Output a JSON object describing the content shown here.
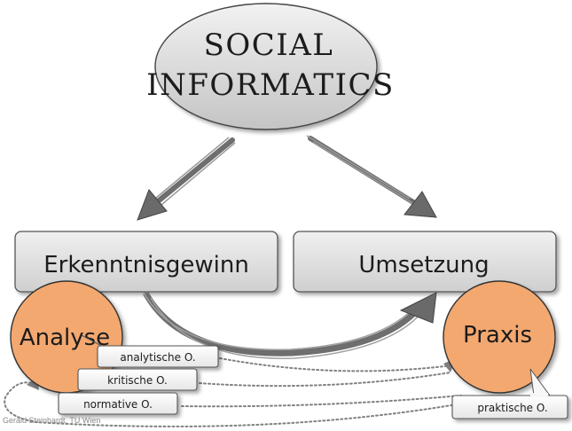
{
  "title": {
    "line1": "SOCIAL",
    "line2": "INFORMATICS"
  },
  "boxes": {
    "left": "Erkenntnisgewinn",
    "right": "Umsetzung"
  },
  "circles": {
    "left": "Analyse",
    "right": "Praxis"
  },
  "tags": {
    "analytische": "analytische O.",
    "kritische": "kritische O.",
    "normative": "normative O.",
    "praktische": "praktische O."
  },
  "footer": "Gerald Steinhardt, TU Wien",
  "colors": {
    "ellipse_fill": "#d2d2d2",
    "box_fill": "#d9d9d9",
    "circle_fill": "#f3a86f",
    "arrow": "#6e6e6e",
    "dotted": "#808080"
  }
}
